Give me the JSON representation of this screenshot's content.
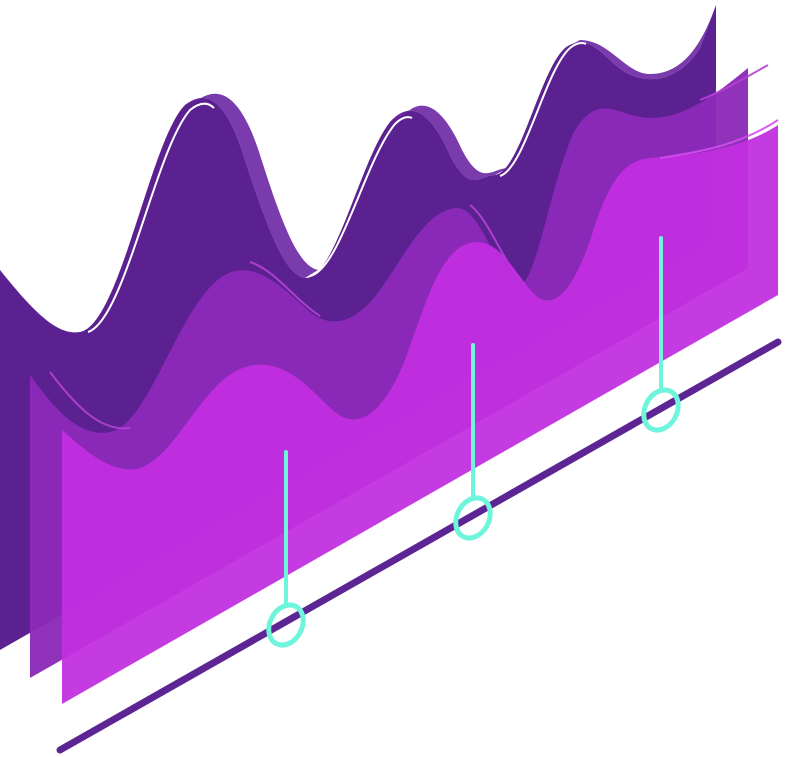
{
  "illustration": {
    "kind": "isometric-wave-chart-graphic",
    "colors": {
      "back_panel": "#5b2190",
      "back_panel_edge": "#6b27a3",
      "middle_panel": "#8c2ab8",
      "middle_panel_edge": "#a03bc9",
      "front_panel": "#c12fe0",
      "front_panel_edge": "#d24ff0",
      "highlight_line": "#ffffff",
      "baseline": "#5d2593",
      "marker": "#6ff5dc"
    },
    "layers": [
      "back-wave-layer",
      "middle-wave-layer",
      "front-wave-layer"
    ],
    "marker_count": 3
  }
}
